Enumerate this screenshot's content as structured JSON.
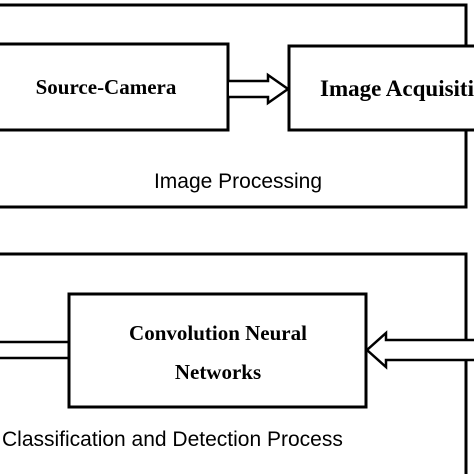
{
  "sections": [
    {
      "label": "Image Processing",
      "boxes": [
        {
          "lines": [
            "Source-Camera"
          ]
        },
        {
          "lines": [
            "Image Acquisition"
          ]
        }
      ]
    },
    {
      "label": "Classification and Detection Process",
      "boxes": [
        {
          "lines": [
            "Convolution Neural",
            "Networks"
          ]
        }
      ]
    }
  ],
  "colors": {
    "stroke": "#000000",
    "background": "#ffffff"
  }
}
